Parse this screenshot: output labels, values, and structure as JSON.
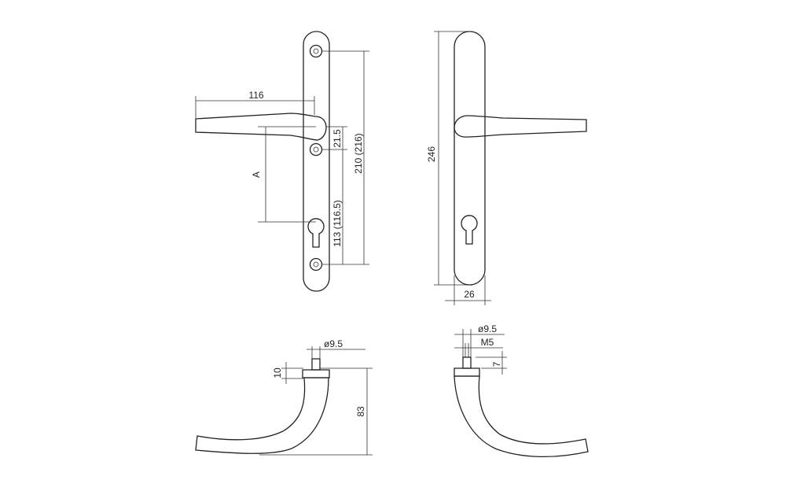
{
  "colors": {
    "line": "#222222",
    "background": "#ffffff"
  },
  "front_view": {
    "dim_lever_length": "116",
    "dim_spindle_to_top_screw": "21.5",
    "dim_screw_centres": "210 (216)",
    "dim_spindle_to_cylinder": "113 (116.5)",
    "dim_a": "A"
  },
  "side_view": {
    "dim_plate_height": "246",
    "dim_plate_width": "26"
  },
  "bottom_left_view": {
    "dim_diameter": "ø9.5",
    "dim_rose_height": "10",
    "dim_lever_drop": "83"
  },
  "bottom_right_view": {
    "dim_diameter": "ø9.5",
    "dim_thread": "M5",
    "dim_height": "7"
  }
}
